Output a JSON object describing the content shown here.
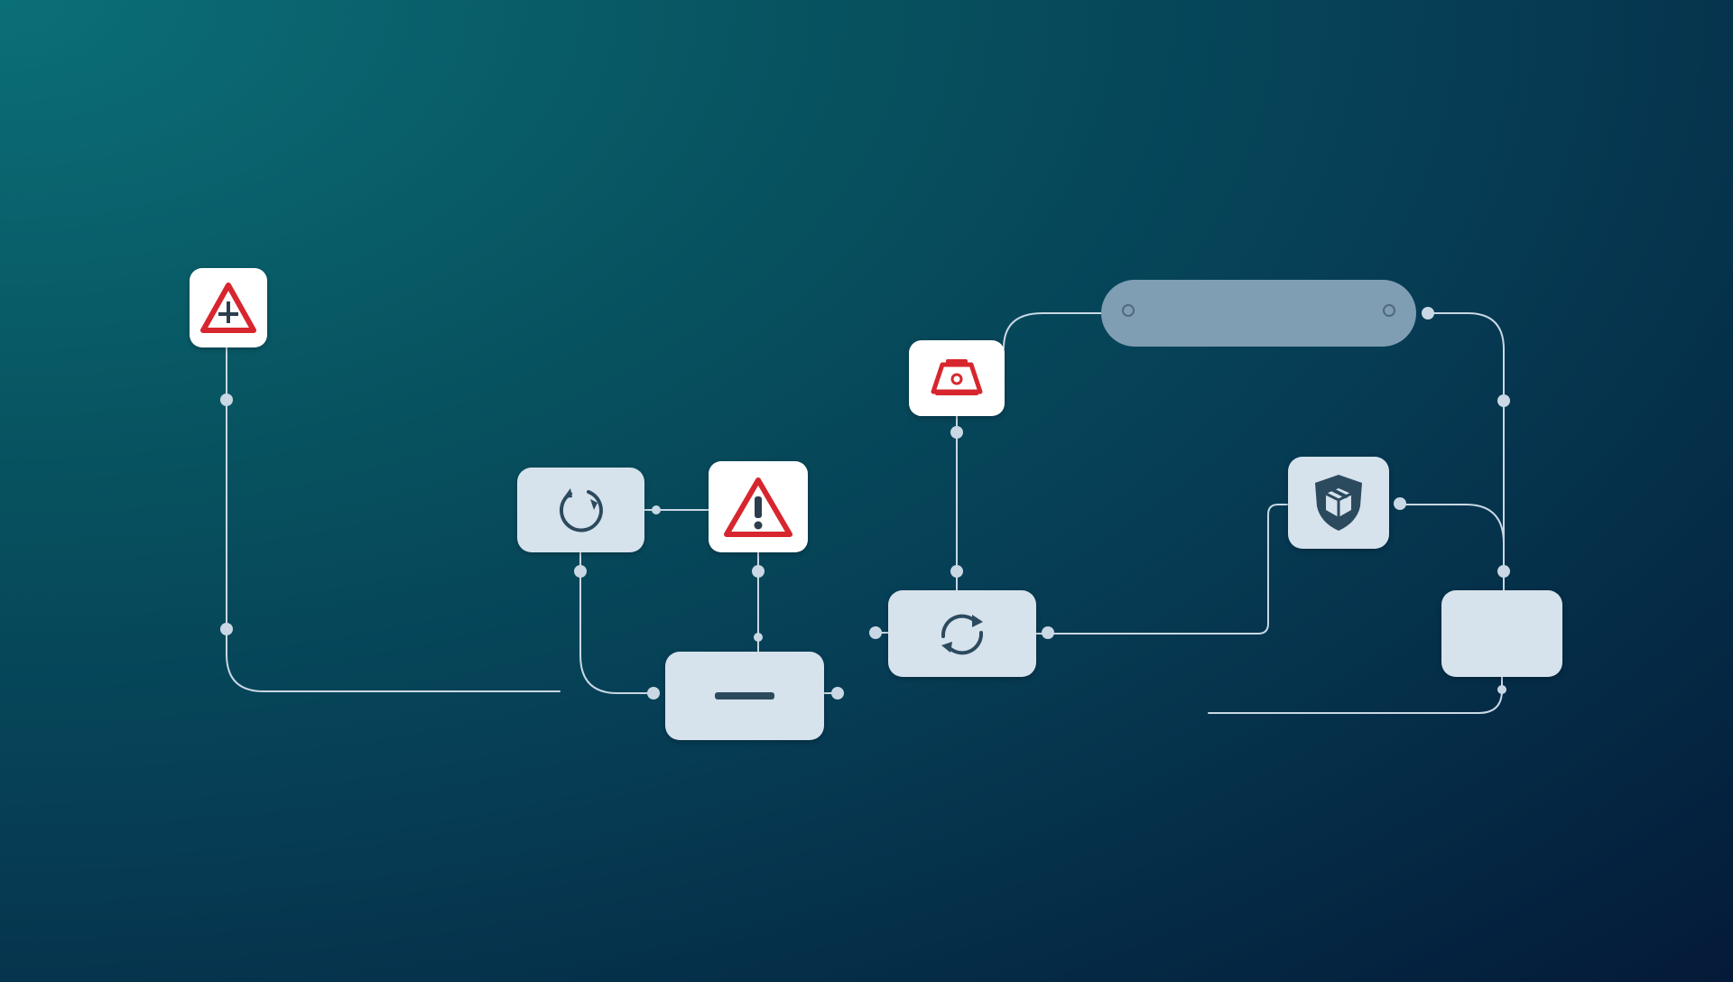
{
  "colors": {
    "background_start": "#0b6f78",
    "background_end": "#041a38",
    "connector": "#c9d8e4",
    "warning_red": "#d7262e",
    "icon_navy": "#2c4a5e",
    "node_white": "#ffffff",
    "node_pale": "#d6e2ec",
    "node_pill": "#7f9db3"
  },
  "nodes": [
    {
      "id": "warning-cross",
      "icon": "warning-triangle-cross-icon",
      "style": "white"
    },
    {
      "id": "refresh-a",
      "icon": "refresh-icon",
      "style": "pale"
    },
    {
      "id": "warning-exclamation",
      "icon": "warning-triangle-exclamation-icon",
      "style": "white"
    },
    {
      "id": "minus",
      "icon": "minus-icon",
      "style": "pale"
    },
    {
      "id": "alarm",
      "icon": "alarm-device-icon",
      "style": "white"
    },
    {
      "id": "sync",
      "icon": "sync-arrows-icon",
      "style": "pale"
    },
    {
      "id": "pill",
      "icon": "",
      "style": "pill"
    },
    {
      "id": "shield",
      "icon": "shield-package-icon",
      "style": "pale"
    },
    {
      "id": "blank",
      "icon": "",
      "style": "pale"
    }
  ]
}
